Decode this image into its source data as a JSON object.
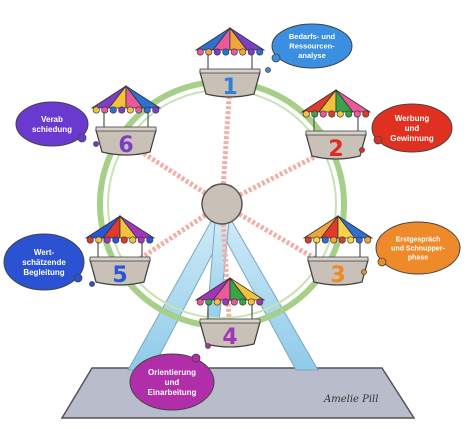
{
  "gondolas": [
    {
      "number": "1",
      "number_color": "#2e7fd6",
      "bubble": [
        "Bedarfs- und",
        "Ressourcen-",
        "analyse"
      ],
      "bubble_color": "#3a8fe0",
      "canopy": [
        "#2f6fd0",
        "#e85a9a",
        "#f2a33a",
        "#7a3fc2"
      ]
    },
    {
      "number": "2",
      "number_color": "#e02a1e",
      "bubble": [
        "Werbung",
        "und",
        "Gewinnung"
      ],
      "bubble_color": "#e0301f",
      "canopy": [
        "#e03a2a",
        "#f2c23a",
        "#3aa34a",
        "#e85a9a"
      ]
    },
    {
      "number": "3",
      "number_color": "#f08a20",
      "bubble": [
        "Erstgespräch",
        "und Schnupper-",
        "phase"
      ],
      "bubble_color": "#ee8a2a",
      "canopy": [
        "#f2a33a",
        "#e03a2a",
        "#f7d34a",
        "#2f6fd0"
      ]
    },
    {
      "number": "4",
      "number_color": "#a236b8",
      "bubble": [
        "Orientierung",
        "und",
        "Einarbeitung"
      ],
      "bubble_color": "#b02fa8",
      "canopy": [
        "#a236b8",
        "#e85a9a",
        "#3aa34a",
        "#f2c23a"
      ]
    },
    {
      "number": "5",
      "number_color": "#2a56d6",
      "bubble": [
        "Wert-",
        "schätzende",
        "Begleitung"
      ],
      "bubble_color": "#2a52d2",
      "canopy": [
        "#2a56d6",
        "#e03a2a",
        "#f2c23a",
        "#a236b8"
      ]
    },
    {
      "number": "6",
      "number_color": "#7a3fc2",
      "bubble": [
        "Verab",
        "schiedung"
      ],
      "bubble_color": "#6a3ad0",
      "canopy": [
        "#7a3fc2",
        "#f2c23a",
        "#e85a9a",
        "#2f6fd0"
      ]
    }
  ],
  "signature": "Amelie Pill",
  "colors": {
    "wheel": "#a6cf8a",
    "spokes": "#f0b0a8",
    "hub": "#c9c1b7",
    "base": "#b8bccb",
    "beam": "#9ad2ee"
  }
}
